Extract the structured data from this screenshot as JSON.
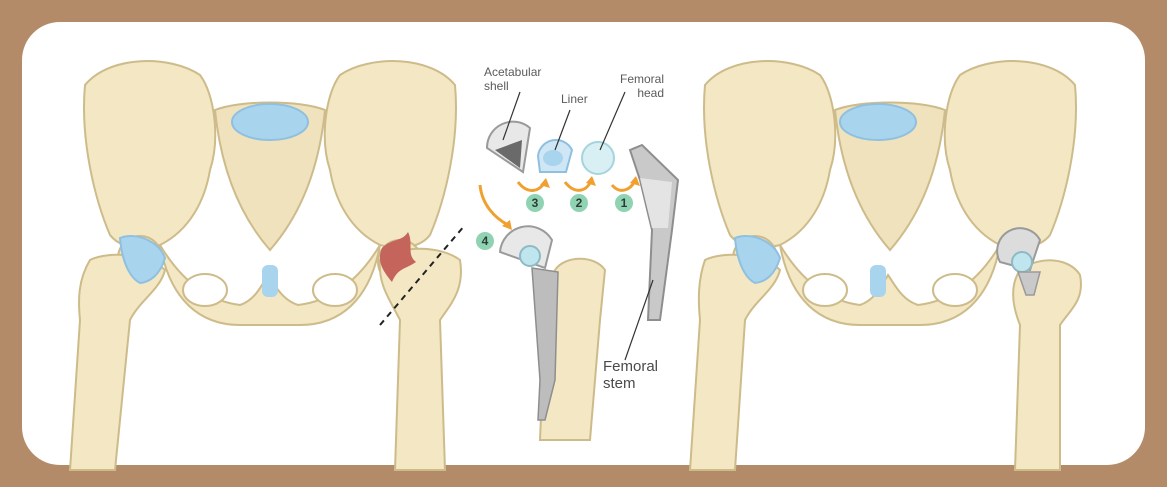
{
  "labels": {
    "acetabular_shell": "Acetabular\nshell",
    "liner": "Liner",
    "femoral_head": "Femoral\nhead",
    "femoral_stem": "Femoral\nstem"
  },
  "steps": [
    "1",
    "2",
    "3",
    "4"
  ],
  "colors": {
    "frame": "#b38b68",
    "bone": "#f3e7c4",
    "bone_shade": "#dccfa2",
    "cartilage": "#a9d4ee",
    "damage": "#c4645a",
    "arrow": "#f0a030",
    "step_badge": "#8fd3b3",
    "implant_metal": "#c9c9c9"
  }
}
